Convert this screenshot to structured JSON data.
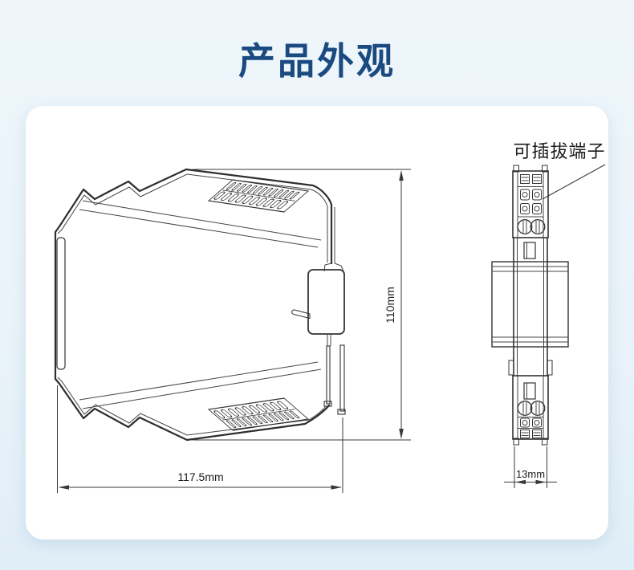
{
  "page": {
    "title": "产品外观"
  },
  "diagram": {
    "terminal_label": "可插拔端子",
    "dimensions": {
      "height": "110mm",
      "width": "117.5mm",
      "depth": "13mm"
    }
  },
  "colors": {
    "title_text": "#1a4a80",
    "line": "#333333",
    "card_background": "#ffffff",
    "page_background_top": "#eef6fb",
    "page_background_bottom": "#e0eef7"
  }
}
